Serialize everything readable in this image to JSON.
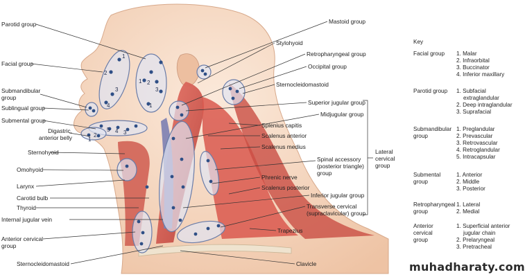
{
  "labels_left": [
    {
      "id": "parotid-group",
      "text": "Parotid group"
    },
    {
      "id": "facial-group",
      "text": "Facial group"
    },
    {
      "id": "submandibular-group",
      "text": "Submandibular group"
    },
    {
      "id": "sublingual-group",
      "text": "Sublingual group"
    },
    {
      "id": "submental-group",
      "text": "Submental group"
    },
    {
      "id": "digastric-anterior-belly",
      "text": "Digastric, anterior belly"
    },
    {
      "id": "sternohyoid",
      "text": "Sternohyoid"
    },
    {
      "id": "omohyoid",
      "text": "Omohyoid"
    },
    {
      "id": "larynx",
      "text": "Larynx"
    },
    {
      "id": "carotid-bulb",
      "text": "Carotid bulb"
    },
    {
      "id": "thyroid",
      "text": "Thyroid"
    },
    {
      "id": "internal-jugular-vein",
      "text": "Internal jugular vein"
    },
    {
      "id": "anterior-cervical-group",
      "text": "Anterior cervical group"
    },
    {
      "id": "sternocleidomastoid-bottom",
      "text": "Sternocleidomastoid"
    }
  ],
  "labels_right": [
    {
      "id": "mastoid-group",
      "text": "Mastoid group"
    },
    {
      "id": "stylohyoid",
      "text": "Stylohyoid"
    },
    {
      "id": "retropharyngeal-group",
      "text": "Retropharyngeal group"
    },
    {
      "id": "occipital-group",
      "text": "Occipital group"
    },
    {
      "id": "sternocleidomastoid-top",
      "text": "Sternocleidomastoid"
    },
    {
      "id": "superior-jugular-group",
      "text": "Superior jugular group"
    },
    {
      "id": "midjugular-group",
      "text": "Midjugular group"
    },
    {
      "id": "splenius-capitis",
      "text": "Splenius capitis"
    },
    {
      "id": "scalenus-anterior",
      "text": "Scalenus anterior"
    },
    {
      "id": "scalenus-medius",
      "text": "Scalenus medius"
    },
    {
      "id": "spinal-accessory-group",
      "text": "Spinal accessory (posterior triangle) group"
    },
    {
      "id": "phrenic-nerve",
      "text": "Phrenic nerve"
    },
    {
      "id": "scalenus-posterior",
      "text": "Scalenus posterior"
    },
    {
      "id": "inferior-jugular-group",
      "text": "Inferior jugular group"
    },
    {
      "id": "transverse-cervical-group",
      "text": "Transverse cervical (supraclavicular) group"
    },
    {
      "id": "trapezius",
      "text": "Trapezius"
    },
    {
      "id": "clavicle",
      "text": "Clavicle"
    }
  ],
  "lateral_cervical_group": "Lateral cervical group",
  "node_numbers": {
    "facial": [
      "1",
      "2",
      "3",
      "4"
    ],
    "parotid": [
      "1",
      "2",
      "3",
      "1"
    ],
    "submental": [
      "5",
      "4",
      "3",
      "2",
      "1"
    ]
  },
  "key": {
    "title": "Key",
    "groups": [
      {
        "name": "Facial group",
        "items": [
          "1. Malar",
          "2. Infraorbital",
          "3. Buccinator",
          "4. Inferior maxillary"
        ]
      },
      {
        "name": "Parotid group",
        "items": [
          "1. Subfacial extraglandular",
          "2. Deep intraglandular",
          "3. Suprafacial"
        ]
      },
      {
        "name": "Submandibular group",
        "items": [
          "1. Preglandular",
          "2. Prevascular",
          "3. Retrovascular",
          "4. Retroglandular",
          "5. Intracapsular"
        ]
      },
      {
        "name": "Submental group",
        "items": [
          "1. Anterior",
          "2. Middle",
          "3. Posterior"
        ]
      },
      {
        "name": "Retropharyngeal group",
        "items": [
          "1. Lateral",
          "2. Medial"
        ]
      },
      {
        "name": "Anterior cervical group",
        "items": [
          "1. Superficial anterior jugular chain",
          "2. Prelaryngeal",
          "3. Pretracheal"
        ]
      }
    ]
  },
  "watermark": "muhadharaty.com",
  "colors": {
    "skin": "#f6dcc6",
    "muscle": "#d9584e",
    "node": "#2f4f86",
    "ellipse_fill": "#dfe4f2",
    "ellipse_stroke": "#6a7ca8"
  }
}
